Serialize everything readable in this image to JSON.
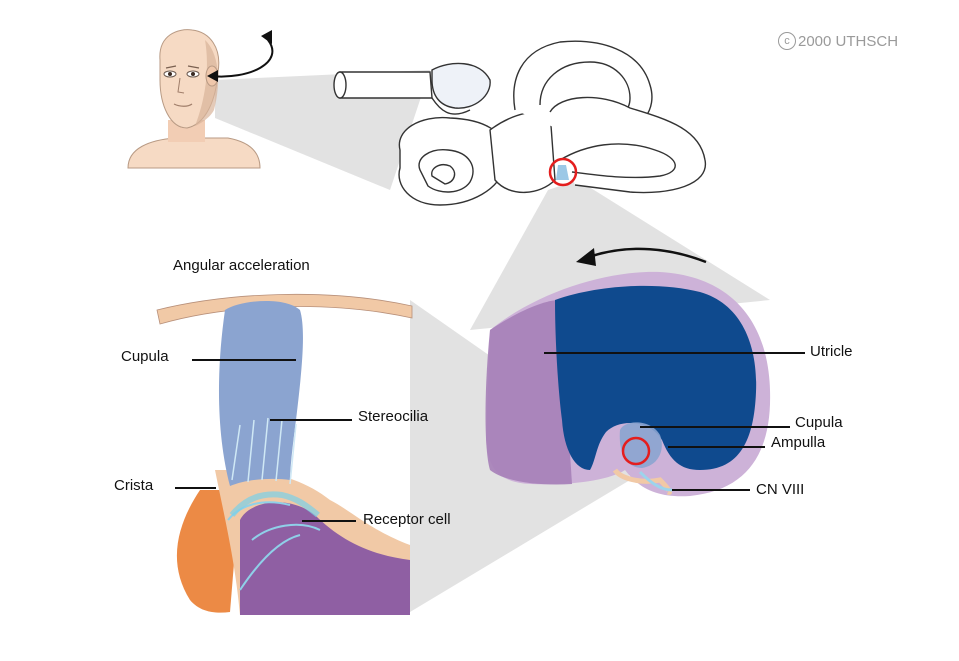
{
  "copyright": {
    "symbol": "c",
    "text": "2000 UTHSCH"
  },
  "labels": {
    "angular_acceleration": "Angular acceleration",
    "cupula_left": "Cupula",
    "stereocilia": "Stereocilia",
    "crista": "Crista",
    "receptor_cell": "Receptor cell",
    "utricle": "Utricle",
    "cupula_right": "Cupula",
    "ampulla": "Ampulla",
    "cn_viii": "CN VIII"
  },
  "colors": {
    "projection_gray": "#dcdcdc",
    "utricle_navy": "#0f4a8e",
    "lilac": "#cdb2d8",
    "purple": "#a67fb8",
    "cupula_blue": "#8ba4d0",
    "crista_orange": "#ec8a45",
    "tissue_tan": "#f1c9a6",
    "stereocilia_cyan": "#8fd0e8",
    "highlight_red": "#e41e1e",
    "skin": "#f6dac4"
  }
}
